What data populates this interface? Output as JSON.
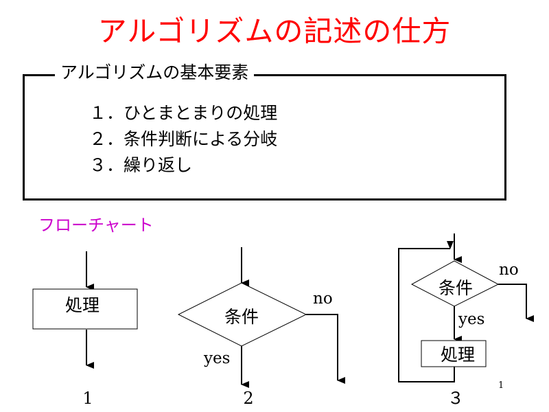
{
  "title": "アルゴリズムの記述の仕方",
  "elements_box": {
    "legend": "アルゴリズムの基本要素",
    "items": [
      "１．ひとまとまりの処理",
      "２．条件判断による分岐",
      "３．繰り返し"
    ]
  },
  "flowchart_label": "フローチャート",
  "diagram1": {
    "process": "処理",
    "number": "1"
  },
  "diagram2": {
    "condition": "条件",
    "yes": "yes",
    "no": "no",
    "number": "2"
  },
  "diagram3": {
    "condition": "条件",
    "yes": "yes",
    "no": "no",
    "process": "処理",
    "number": "３"
  },
  "page_number": "1"
}
